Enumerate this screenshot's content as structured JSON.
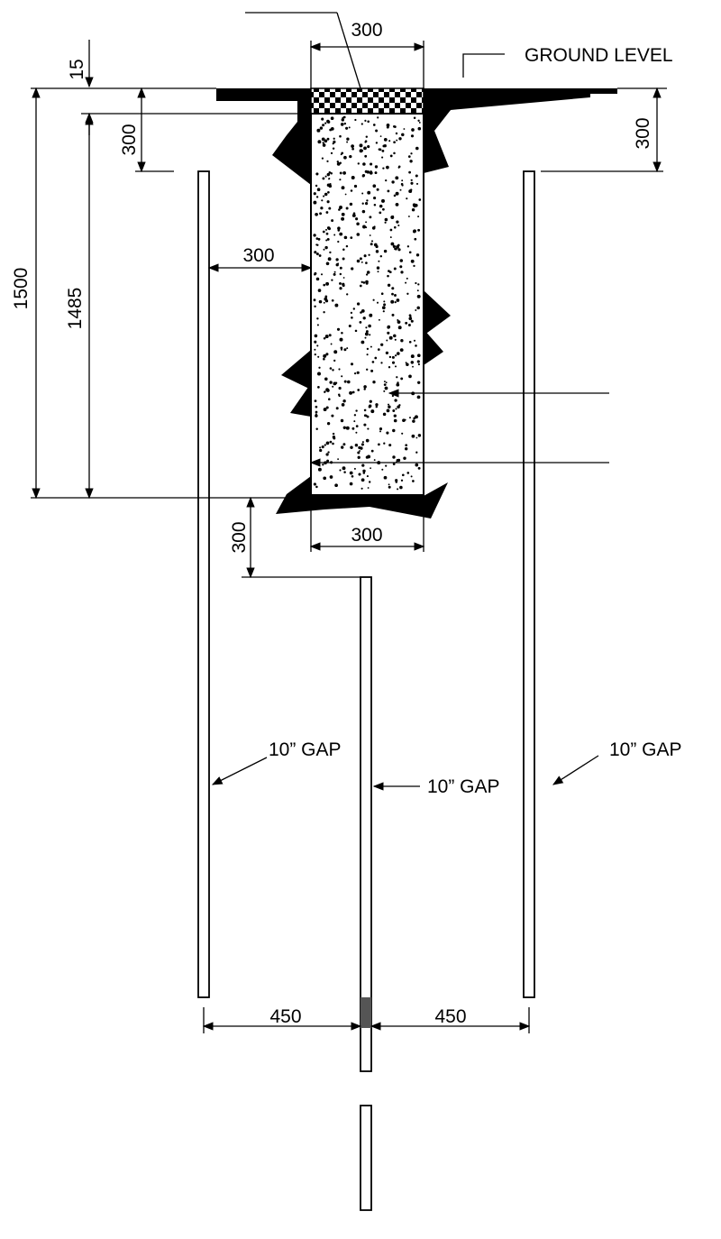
{
  "labels": {
    "ground_level": "GROUND LEVEL",
    "dim_top_width": "300",
    "dim_15": "15",
    "dim_300_left": "300",
    "dim_300_right": "300",
    "dim_1500": "1500",
    "dim_1485": "1485",
    "dim_300_gap": "300",
    "dim_300_bottom": "300",
    "dim_300_below": "300",
    "dim_450_left": "450",
    "dim_450_right": "450",
    "gap_left": "10”  GAP",
    "gap_center": "10”  GAP",
    "gap_right": "10”  GAP"
  },
  "colors": {
    "ink": "#000000",
    "paper": "#ffffff",
    "marker": "#555555"
  }
}
